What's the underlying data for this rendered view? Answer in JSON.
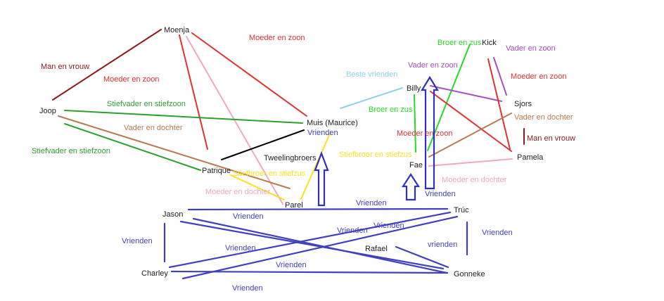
{
  "nodes": [
    {
      "id": "moenja",
      "label": "Moenja"
    },
    {
      "id": "joop",
      "label": "Joop"
    },
    {
      "id": "muis",
      "label": "Muis (Maurice)"
    },
    {
      "id": "patrique",
      "label": "Patrique"
    },
    {
      "id": "parel",
      "label": "Parel"
    },
    {
      "id": "tweeling",
      "label": "Tweelingbroers"
    },
    {
      "id": "kick",
      "label": "Kick"
    },
    {
      "id": "billy",
      "label": "Billy"
    },
    {
      "id": "sjors",
      "label": "Sjors"
    },
    {
      "id": "pamela",
      "label": "Pamela"
    },
    {
      "id": "fae",
      "label": "Fae"
    },
    {
      "id": "jason",
      "label": "Jason"
    },
    {
      "id": "truc",
      "label": "Trúc"
    },
    {
      "id": "rafael",
      "label": "Rafael"
    },
    {
      "id": "charley",
      "label": "Charley"
    },
    {
      "id": "gonneke",
      "label": "Gonneke"
    }
  ],
  "relations": [
    {
      "id": "r1",
      "label": "Man en vrouw",
      "color": "#8b1a1a"
    },
    {
      "id": "r2",
      "label": "Moeder en zoon",
      "color": "#e03030"
    },
    {
      "id": "r3",
      "label": "Moeder en zoon",
      "color": "#e03030"
    },
    {
      "id": "r4",
      "label": "Stiefvader en stiefzoon",
      "color": "#2ca02c"
    },
    {
      "id": "r5",
      "label": "Vader en dochter",
      "color": "#b87a50"
    },
    {
      "id": "r6",
      "label": "Stiefvader en stiefzoon",
      "color": "#2ca02c"
    },
    {
      "id": "r7",
      "label": "Stiefbroer en stiefzus",
      "color": "#ffe020"
    },
    {
      "id": "r8",
      "label": "Moeder en dochter",
      "color": "#f4a6c0"
    },
    {
      "id": "r9",
      "label": "Vrienden",
      "color": "#4040c0"
    },
    {
      "id": "r10",
      "label": "Broer en zus",
      "color": "#22dd22"
    },
    {
      "id": "r11",
      "label": "Vader en zoon",
      "color": "#a64fc0"
    },
    {
      "id": "r12",
      "label": "Vader en zoon",
      "color": "#a64fc0"
    },
    {
      "id": "r13",
      "label": "Moeder en zoon",
      "color": "#e03030"
    },
    {
      "id": "r14",
      "label": "Beste vrienden",
      "color": "#8ed0e8"
    },
    {
      "id": "r15",
      "label": "Broer en zus",
      "color": "#22dd22"
    },
    {
      "id": "r16",
      "label": "Moeder en zoon",
      "color": "#e03030"
    },
    {
      "id": "r17",
      "label": "Vader en dochter",
      "color": "#b87a50"
    },
    {
      "id": "r18",
      "label": "Man en vrouw",
      "color": "#8b1a1a"
    },
    {
      "id": "r19",
      "label": "Stiefbroer en stiefzus",
      "color": "#ffe020"
    },
    {
      "id": "r20",
      "label": "Vrienden",
      "color": "#4040c0"
    },
    {
      "id": "r21",
      "label": "Moeder en dochter",
      "color": "#f4a6c0"
    },
    {
      "id": "r22",
      "label": "Vrienden",
      "color": "#4040c0"
    },
    {
      "id": "r23",
      "label": "Vrienden",
      "color": "#4040c0"
    },
    {
      "id": "r24",
      "label": "Vrienden",
      "color": "#4040c0"
    },
    {
      "id": "r25",
      "label": "Vrienden",
      "color": "#4040c0"
    },
    {
      "id": "r26",
      "label": "Vrienden",
      "color": "#4040c0"
    },
    {
      "id": "r27",
      "label": "Vrienden",
      "color": "#4040c0"
    },
    {
      "id": "r28",
      "label": "vrienden",
      "color": "#4040c0"
    },
    {
      "id": "r29",
      "label": "Vrienden",
      "color": "#4040c0"
    },
    {
      "id": "r30",
      "label": "Vrienden",
      "color": "#4040c0"
    },
    {
      "id": "r31",
      "label": "Vrienden",
      "color": "#4040c0"
    }
  ],
  "colors": {
    "man_en_vrouw": "#8b1a1a",
    "moeder_en_zoon": "#e03030",
    "stief": "#2ca02c",
    "vader_en_dochter": "#b87a50",
    "stiefbroer_en_stiefzus": "#ffe020",
    "moeder_en_dochter": "#f4a6c0",
    "vrienden": "#4040c0",
    "broer_en_zus": "#22dd22",
    "vader_en_zoon": "#a64fc0",
    "beste_vrienden": "#8ed0e8",
    "tweelingbroers": "#000000"
  }
}
